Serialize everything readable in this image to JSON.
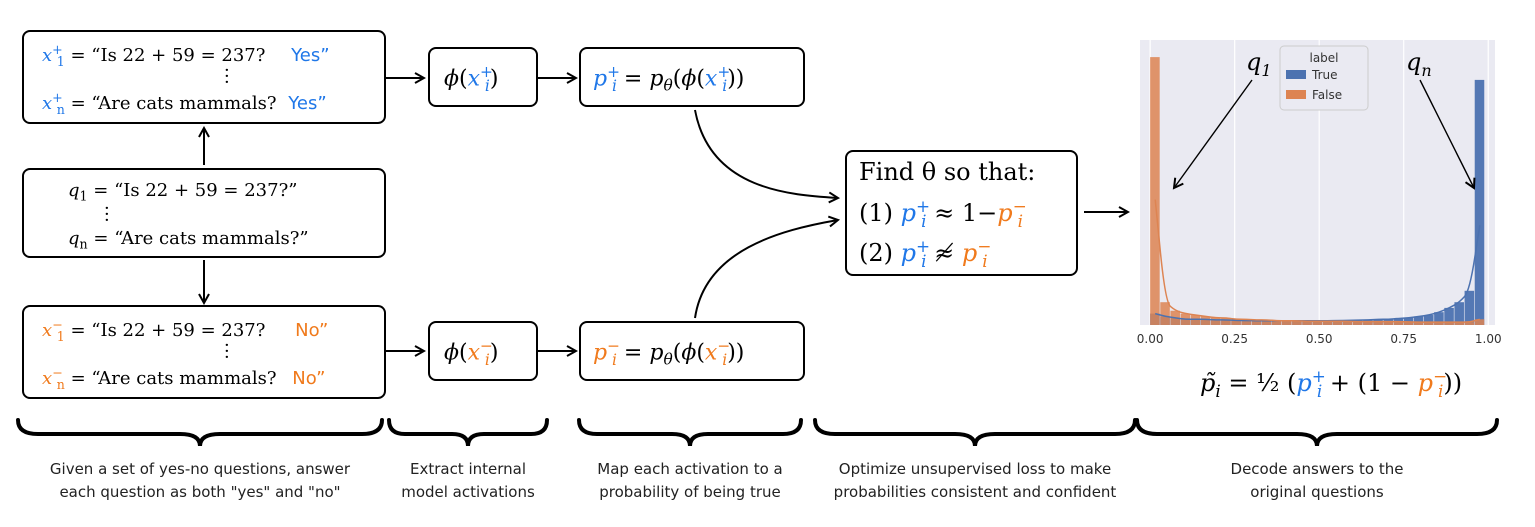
{
  "questions": {
    "pos": {
      "row1": {
        "var": "x",
        "sub": "1",
        "sup": "+",
        "text": "= “Is 22 + 59 = 237?",
        "answer": "Yes”"
      },
      "row2": {
        "var": "x",
        "sub": "n",
        "sup": "+",
        "text": "= “Are cats mammals?",
        "answer": "Yes”"
      }
    },
    "base": {
      "row1": {
        "var": "q",
        "sub": "1",
        "text": "= “Is 22 + 59 = 237?”"
      },
      "row2": {
        "var": "q",
        "sub": "n",
        "text": "= “Are cats mammals?”"
      }
    },
    "neg": {
      "row1": {
        "var": "x",
        "sub": "1",
        "sup": "−",
        "text": "= “Is 22 + 59 = 237?",
        "answer": "No”"
      },
      "row2": {
        "var": "x",
        "sub": "n",
        "sup": "−",
        "text": "= “Are cats mammals?",
        "answer": "No”"
      }
    }
  },
  "find": {
    "line1": "Find θ so that:",
    "line2_prefix": "(1)",
    "line3_prefix": "(2)"
  },
  "hist": {
    "legend_title": "label",
    "legend_true": "True",
    "legend_false": "False",
    "q1": "q",
    "q1_sub": "1",
    "qn": "q",
    "qn_sub": "n",
    "true_color": "#4c72b0",
    "false_color": "#dd8452",
    "bg_color": "#eaeaf2",
    "xticks": [
      "0.00",
      "0.25",
      "0.50",
      "0.75",
      "1.00"
    ]
  },
  "chart_data": {
    "type": "bar",
    "x": [
      0.015,
      0.045,
      0.075,
      0.105,
      0.135,
      0.165,
      0.195,
      0.225,
      0.255,
      0.285,
      0.315,
      0.345,
      0.375,
      0.405,
      0.435,
      0.465,
      0.495,
      0.525,
      0.555,
      0.585,
      0.615,
      0.645,
      0.675,
      0.705,
      0.735,
      0.765,
      0.795,
      0.825,
      0.855,
      0.885,
      0.915,
      0.945,
      0.975
    ],
    "series": [
      {
        "name": "True",
        "values": [
          4,
          3,
          2.5,
          2,
          2,
          2,
          1.8,
          1.8,
          1.6,
          1.6,
          1.5,
          1.5,
          1.5,
          1.5,
          1.5,
          1.5,
          1.5,
          1.5,
          1.6,
          1.6,
          1.7,
          1.8,
          2,
          2,
          2.3,
          2.5,
          3,
          3.5,
          4.5,
          6,
          8,
          12,
          86
        ]
      },
      {
        "name": "False",
        "values": [
          94,
          8,
          5,
          4,
          3.5,
          3,
          2.5,
          2.5,
          2,
          2,
          1.8,
          1.8,
          1.5,
          1.5,
          1.5,
          1.3,
          1.3,
          1.3,
          1.3,
          1.3,
          1.2,
          1.2,
          1.2,
          1.2,
          1.2,
          1.1,
          1,
          1,
          1,
          1,
          1,
          1,
          2
        ]
      }
    ],
    "xlim": [
      -0.03,
      1.02
    ],
    "ylim": [
      0,
      100
    ],
    "xticks": [
      0.0,
      0.25,
      0.5,
      0.75,
      1.0
    ],
    "legend": "top-center",
    "grid": true
  },
  "decode": {
    "lhs": "p̃",
    "lhs_sub": "i",
    "eq": "= ½ (",
    "plus": "+ (1 −",
    "close": "))"
  },
  "captions": [
    {
      "line1": "Given a set of yes-no questions, answer",
      "line2": "each question as both \"yes\" and \"no\""
    },
    {
      "line1": "Extract internal",
      "line2": "model activations"
    },
    {
      "line1": "Map each activation to a",
      "line2": "probability of being true"
    },
    {
      "line1": "Optimize unsupervised loss to make",
      "line2": "probabilities consistent and confident"
    },
    {
      "line1": "Decode answers to the",
      "line2": "original questions"
    }
  ]
}
